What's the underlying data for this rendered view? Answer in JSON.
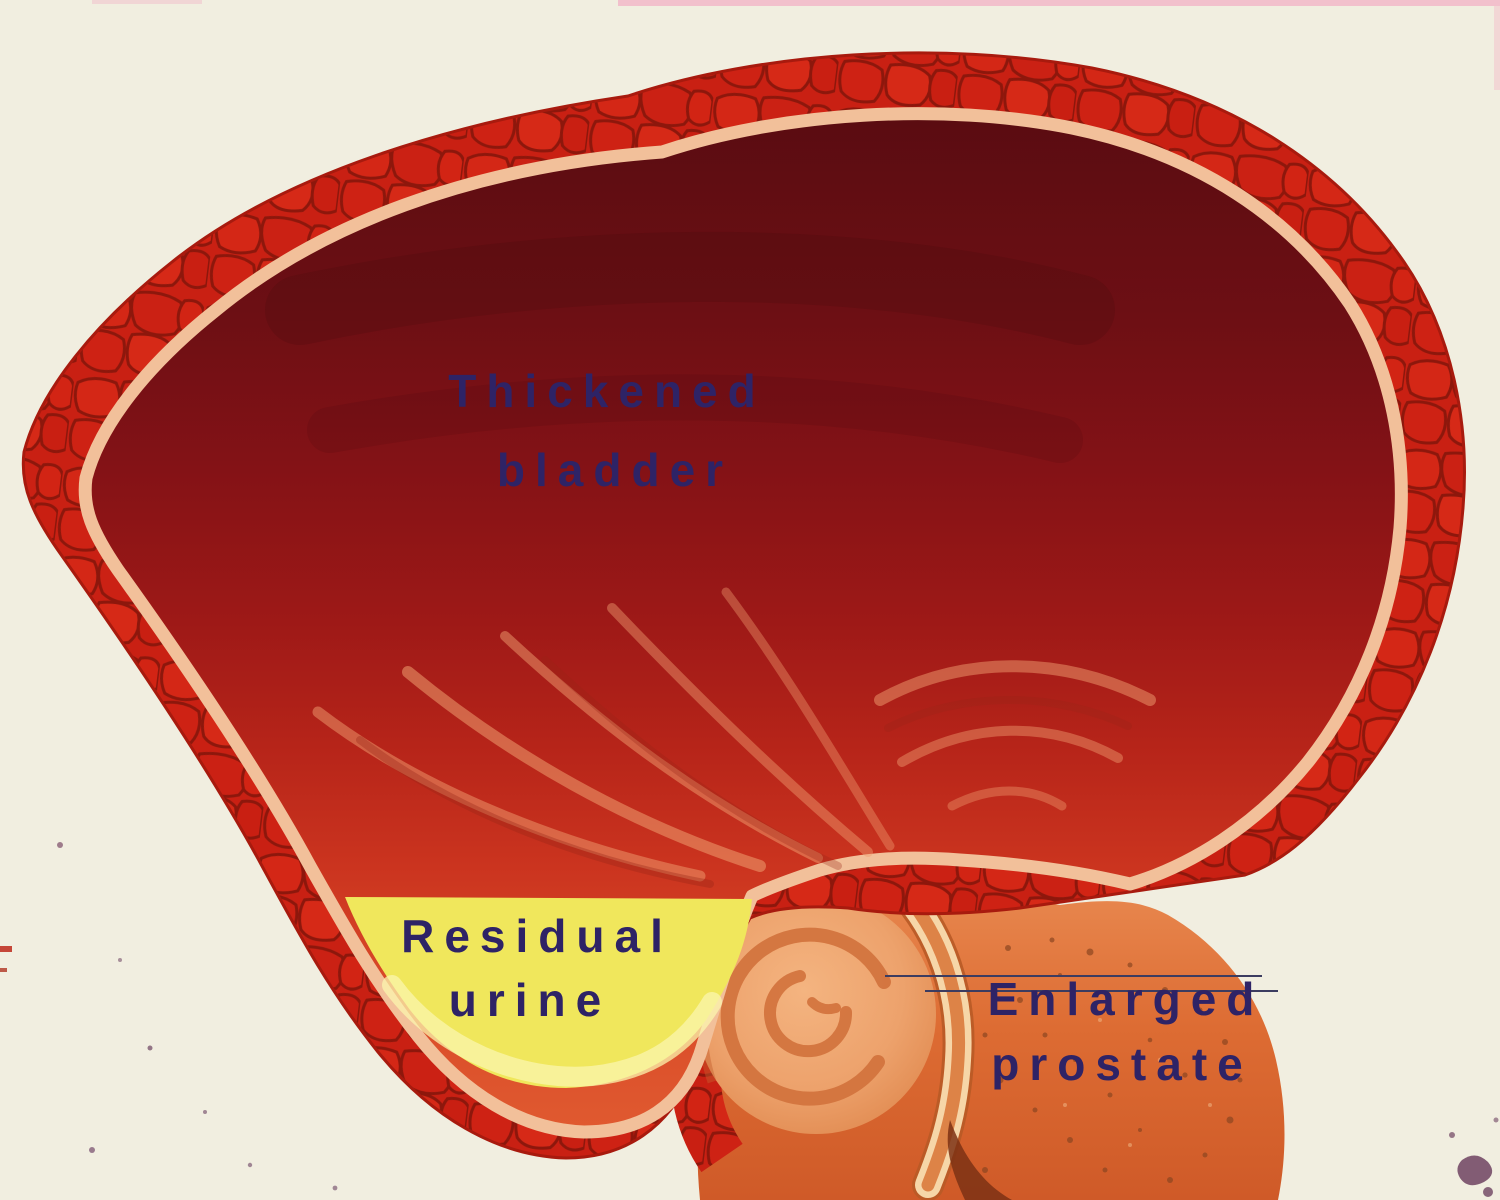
{
  "figure": {
    "labels": {
      "thickened_bladder": {
        "line1": "Thickened",
        "line2": "bladder"
      },
      "residual_urine": {
        "line1": "Residual",
        "line2": "urine"
      },
      "enlarged_prostate": {
        "line1": "Enlarged",
        "line2": "prostate"
      }
    },
    "label_color": "#2e2366",
    "colors": {
      "background": "#f1eee0",
      "bladder_wall_red": "#c92013",
      "wall_mortar": "#8d170c",
      "inner_lining": "#f2c09a",
      "interior_dark_maroon": "#5a0c11",
      "interior_orange_red": "#e05a30",
      "urine_yellow": "#f0e75c",
      "prostate_orange": "#dd6c33",
      "leader_line": "#3c3c60",
      "edge_pink": "#f3b8c8"
    }
  }
}
